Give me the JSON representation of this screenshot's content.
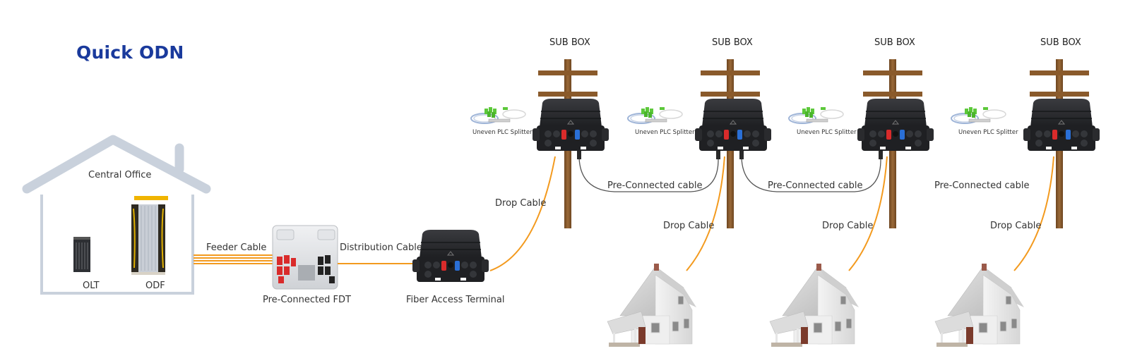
{
  "title": "Quick ODN",
  "central_office": {
    "label": "Central Office",
    "equipment": [
      {
        "label": "OLT"
      },
      {
        "label": "ODF"
      }
    ]
  },
  "cables": {
    "feeder": "Feeder Cable",
    "distribution": "Distribution Cable",
    "drop": "Drop Cable",
    "pre_connected": "Pre-Connected cable"
  },
  "devices": {
    "fdt": "Pre-Connected FDT",
    "fat": "Fiber Access Terminal",
    "sub_box": "SUB BOX",
    "splitter": "Uneven PLC Splitter"
  },
  "poles": [
    {
      "header": "SUB BOX",
      "splitter": "Uneven PLC Splitter"
    },
    {
      "header": "SUB BOX",
      "splitter": "Uneven PLC Splitter"
    },
    {
      "header": "SUB BOX",
      "splitter": "Uneven PLC Splitter"
    },
    {
      "header": "SUB BOX",
      "splitter": "Uneven PLC Splitter"
    }
  ],
  "links": [
    {
      "label": "Pre-Connected cable"
    },
    {
      "label": "Pre-Connected cable"
    },
    {
      "label": "Pre-Connected cable"
    }
  ],
  "drops": [
    {
      "label": "Drop Cable"
    },
    {
      "label": "Drop Cable"
    },
    {
      "label": "Drop Cable"
    },
    {
      "label": "Drop Cable"
    }
  ],
  "colors": {
    "title": "#1a3a9c",
    "fiber": "#f39a1e",
    "pole": "#8a5a2b",
    "house_outline": "#c9d1dc",
    "box_body": "#2c2d30",
    "port_red": "#d92b2b",
    "port_blue": "#2a6fd6",
    "splitter_green": "#5cc83a"
  }
}
